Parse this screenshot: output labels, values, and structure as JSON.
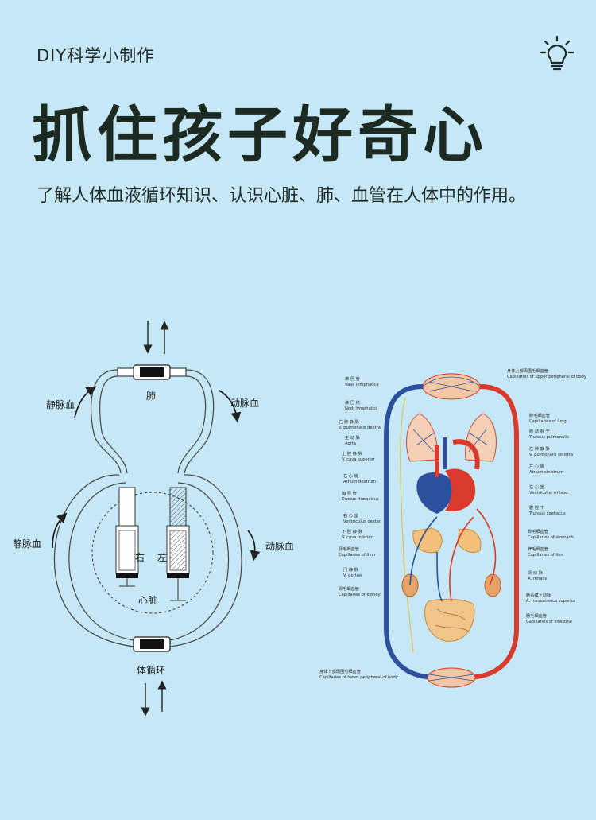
{
  "header": {
    "kicker": "DIY科学小制作",
    "headline": "抓住孩子好奇心",
    "subtitle": "了解人体血液循环知识、认识心脏、肺、血管在人体中的作用。",
    "icon": "lightbulb-icon"
  },
  "model": {
    "lung": "肺",
    "venous_top": "静脉血",
    "arterial_top": "动脉血",
    "venous_bottom": "静脉血",
    "arterial_bottom": "动脉血",
    "right": "右",
    "left": "左",
    "heart": "心脏",
    "body_circulation": "体循环"
  },
  "chart_labels": [
    {
      "cn": "淋 巴 管",
      "en": "Vasa lymphatica"
    },
    {
      "cn": "淋 巴 结",
      "en": "Nodi lymphatici"
    },
    {
      "cn": "右 肺 静 脉",
      "en": "V. pulmonalis dextra"
    },
    {
      "cn": "主 动 脉",
      "en": "Aorta"
    },
    {
      "cn": "上 腔 静 脉",
      "en": "V. cava superior"
    },
    {
      "cn": "右 心 房",
      "en": "Atrium dextrum"
    },
    {
      "cn": "胸 导 管",
      "en": "Ductus thoracicus"
    },
    {
      "cn": "右 心 室",
      "en": "Ventriculus dexter"
    },
    {
      "cn": "下 腔 静 脉",
      "en": "V. cava inferior"
    },
    {
      "cn": "肝毛细血管",
      "en": "Capillaries of liver"
    },
    {
      "cn": "门 静 脉",
      "en": "V. portae"
    },
    {
      "cn": "肾毛细血管",
      "en": "Capillaries of kidney"
    },
    {
      "cn": "身体上部周围毛细血管",
      "en": "Capillaries of upper peripheral of body"
    },
    {
      "cn": "肺毛细血管",
      "en": "Capillaries of lung"
    },
    {
      "cn": "肺 动 脉 干",
      "en": "Truncus pulmonalis"
    },
    {
      "cn": "左 肺 静 脉",
      "en": "V. pulmonalis sinistra"
    },
    {
      "cn": "左 心 房",
      "en": "Atrium sinistrum"
    },
    {
      "cn": "左 心 室",
      "en": "Ventriculus sinister"
    },
    {
      "cn": "腹 腔 干",
      "en": "Truncus coeliacus"
    },
    {
      "cn": "胃毛细血管",
      "en": "Capillaries of stomach"
    },
    {
      "cn": "脾毛细血管",
      "en": "Capillaries of lien"
    },
    {
      "cn": "肾 动 脉",
      "en": "A. renalis"
    },
    {
      "cn": "肠系膜上动脉",
      "en": "A. mesenterica superior"
    },
    {
      "cn": "肠毛细血管",
      "en": "Capillaries of intestine"
    },
    {
      "cn": "身体下部周围毛细血管",
      "en": "Capillaries of lower peripheral of body"
    }
  ],
  "colors": {
    "background": "#c6e7f6",
    "artery": "#d93a2b",
    "vein": "#2c4f9e"
  }
}
